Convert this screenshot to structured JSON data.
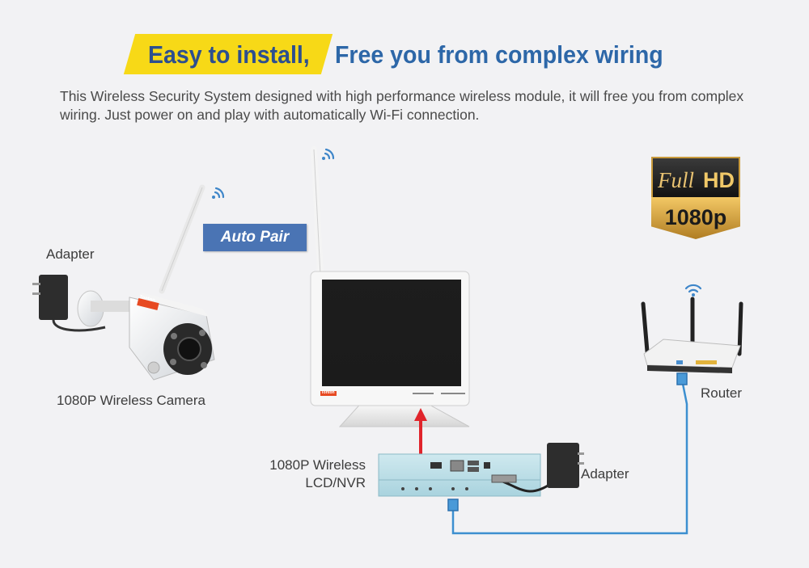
{
  "header": {
    "highlight": "Easy to install,",
    "rest": "Free you from complex wiring"
  },
  "description": "This Wireless Security System designed with high performance wireless module, it will free you from complex wiring. Just power on and play with automatically Wi-Fi connection.",
  "labels": {
    "adapter_left": "Adapter",
    "camera": "1080P Wireless Camera",
    "auto_pair": "Auto Pair",
    "nvr_line1": "1080P Wireless",
    "nvr_line2": "LCD/NVR",
    "adapter_right": "Adapter",
    "router": "Router"
  },
  "badge": {
    "full": "Full",
    "hd": "HD",
    "resolution": "1080p"
  },
  "brand": "Tonton",
  "colors": {
    "highlight_bg": "#f7d917",
    "title_blue": "#2d67a8",
    "auto_pair_bg": "#4a74b4",
    "cable_blue": "#3c8fd0",
    "arrow_red": "#e0242b"
  },
  "icons": [
    "wifi-icon",
    "camera-icon",
    "monitor-icon",
    "nvr-icon",
    "router-icon",
    "adapter-icon",
    "ethernet-cable-icon"
  ]
}
